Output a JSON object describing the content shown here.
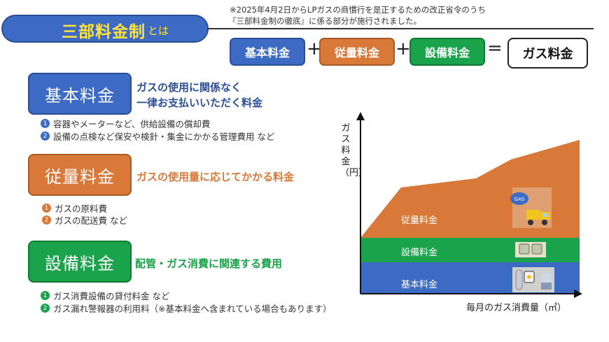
{
  "title": {
    "main": "三部料金制",
    "suffix": "とは"
  },
  "notice": {
    "line1": "※2025年4月2日からLPガスの商慣行を是正するための改正省令のうち",
    "line2": "『三部料金制の徹底』に係る部分が施行されました。"
  },
  "equation": {
    "kihon": "基本料金",
    "juryo": "従量料金",
    "setsubi": "設備料金",
    "total": "ガス料金",
    "plus": "+",
    "equals": "="
  },
  "categories": {
    "kihon": {
      "label": "基本料金",
      "desc1": "ガスの使用に関係なく",
      "desc2": "一律お支払いいただく料金",
      "items": [
        {
          "num": "1",
          "text": "容器やメーターなど、供給設備の償却費"
        },
        {
          "num": "2",
          "text": "設備の点検など保安や検針・集金にかかる管理費用 など"
        }
      ]
    },
    "juryo": {
      "label": "従量料金",
      "desc1": "ガスの使用量に応じてかかる料金",
      "items": [
        {
          "num": "1",
          "text": "ガスの原料費"
        },
        {
          "num": "2",
          "text": "ガスの配送費 など"
        }
      ]
    },
    "setsubi": {
      "label": "設備料金",
      "desc1": "配管・ガス消費に関連する費用",
      "items": [
        {
          "num": "1",
          "text": "ガス消費設備の貸付料金 など"
        },
        {
          "num": "2",
          "text": "ガス漏れ警報器の利用料（※基本料金へ含まれている場合もあります）"
        }
      ]
    }
  },
  "chart": {
    "y_label": "ガス料金（円）",
    "x_label": "毎月のガス消費量（㎥）",
    "bands": {
      "juryo": "従量料金",
      "setsubi": "設備料金",
      "kihon": "基本料金"
    },
    "gas_tag": "GAS"
  },
  "colors": {
    "blue": "#3d6bc4",
    "orange": "#d8793a",
    "green": "#1aa34a",
    "yellow": "#ffe23a"
  }
}
